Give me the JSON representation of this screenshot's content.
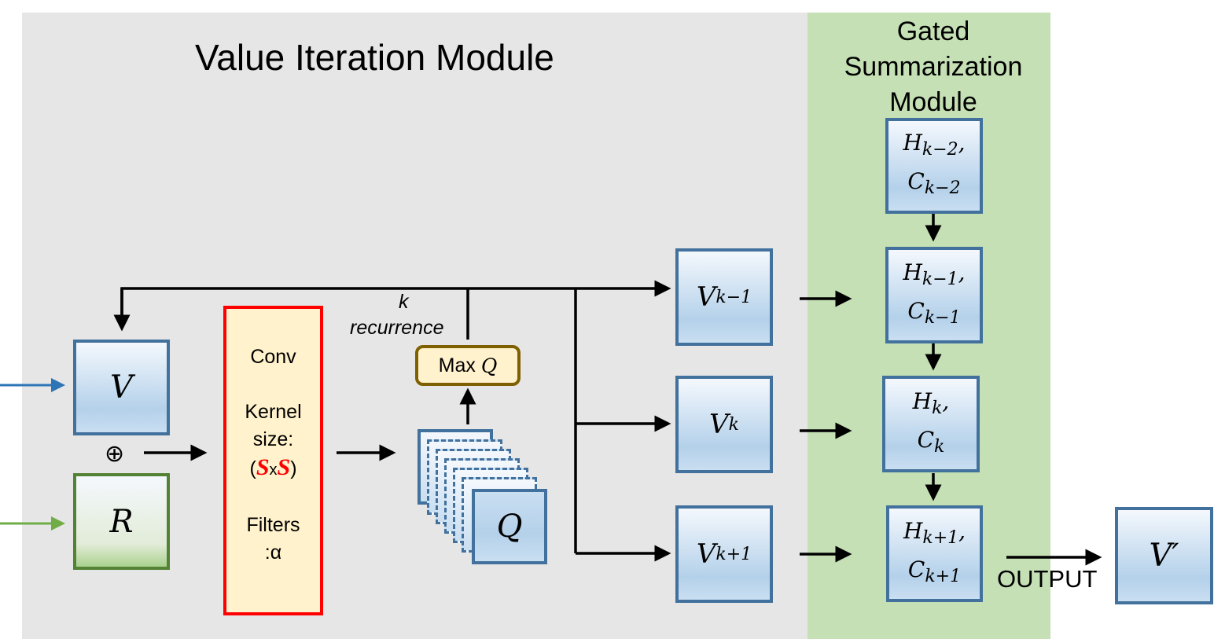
{
  "value_module": {
    "title": "Value  Iteration Module"
  },
  "gated_module": {
    "title_lines": [
      "Gated",
      "Summarization",
      "Module"
    ]
  },
  "inputs": {
    "v": "V",
    "r": "R",
    "plus": "⊕"
  },
  "conv": {
    "line1": "Conv",
    "line2": "Kernel",
    "line3": "size:",
    "kernel_open": "(",
    "kernel_s1": "S",
    "kernel_x": "x",
    "kernel_s2": "S",
    "kernel_close": ")",
    "line5": "Filters",
    "line6": ":α"
  },
  "q": {
    "label": "Q",
    "max_label": "Max",
    "max_var": "Q"
  },
  "recurrence": {
    "k": "k",
    "label": "recurrence"
  },
  "v_stack": [
    {
      "base": "V",
      "sub": "k−1"
    },
    {
      "base": "V",
      "sub": "k"
    },
    {
      "base": "V",
      "sub": "k+1"
    }
  ],
  "h_stack": [
    {
      "h": "H",
      "c": "C",
      "sub": "k−2"
    },
    {
      "h": "H",
      "c": "C",
      "sub": "k−1"
    },
    {
      "h": "H",
      "c": "C",
      "sub": "k"
    },
    {
      "h": "H",
      "c": "C",
      "sub": "k+1"
    }
  ],
  "output": {
    "label": "OUTPUT",
    "value": "V′"
  },
  "colors": {
    "gray_bg": "#e6e6e6",
    "green_bg": "#c5e0b4",
    "box_border": "#41719c",
    "conv_border": "#ff0000",
    "kernel_s": "#ff0000",
    "input_blue": "#2e75b6",
    "input_green": "#70ad47"
  }
}
